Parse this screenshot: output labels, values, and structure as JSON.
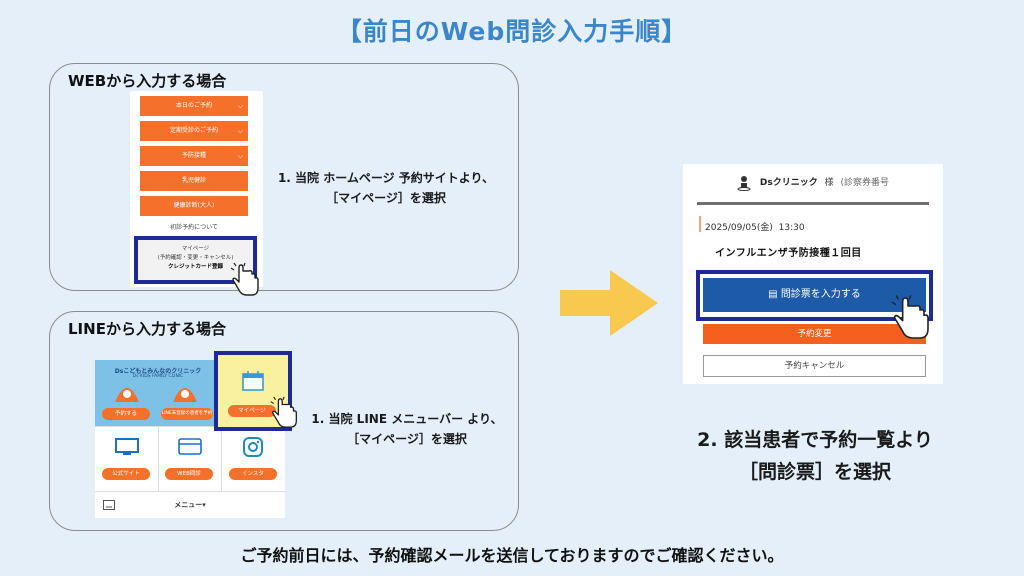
{
  "title": "【前日のWeb問診入力手順】",
  "web_section": {
    "heading": "WEBから入力する場合",
    "menu_items": [
      "本日のご予約",
      "定期受診のご予約",
      "予防接種",
      "乳児健診",
      "健康診断(大人)"
    ],
    "plain_item": "初診予約について",
    "mypage": {
      "line1": "マイページ",
      "line2": "(予約確認・変更・キャンセル)",
      "line3": "クレジットカード登録"
    },
    "instruction_line1": "1. 当院 ホームページ 予約サイトより、",
    "instruction_line2": "［マイページ］を選択"
  },
  "line_section": {
    "heading": "LINEから入力する場合",
    "brand": "Dsこどもとみんなのクリニック",
    "brand_sub": "Ds KIDS FAMILY CLINIC",
    "buttons": {
      "reserve": "予約する",
      "line_reserve": "LINE未登録の患者を予約",
      "mypage": "マイページ",
      "official": "公式サイト",
      "web_monshin": "WEB問診",
      "insta": "インスタ"
    },
    "menu_label": "メニュー▾",
    "instruction_line1": "1. 当院 LINE メニューバー より、",
    "instruction_line2": "［マイページ］を選択"
  },
  "app": {
    "clinic": "Dsクリニック",
    "sama": "様",
    "patient_no": "(診察券番号",
    "date": "2025/09/05(金)",
    "time": "13:30",
    "vaccine": "インフルエンザ予防接種１回目",
    "primary_button": "問診票を入力する",
    "change_button": "予約変更",
    "cancel_button": "予約キャンセル"
  },
  "step2": {
    "line1": "2. 該当患者で予約一覧より",
    "line2": "［問診票］を選択"
  },
  "footer": "ご予約前日には、予約確認メールを送信しておりますのでご確認ください。",
  "colors": {
    "title": "#3a86c8",
    "orange": "#f5702a",
    "highlight": "#1f2a9a",
    "arrow": "#f9c84e",
    "primary": "#1d5aa8"
  }
}
